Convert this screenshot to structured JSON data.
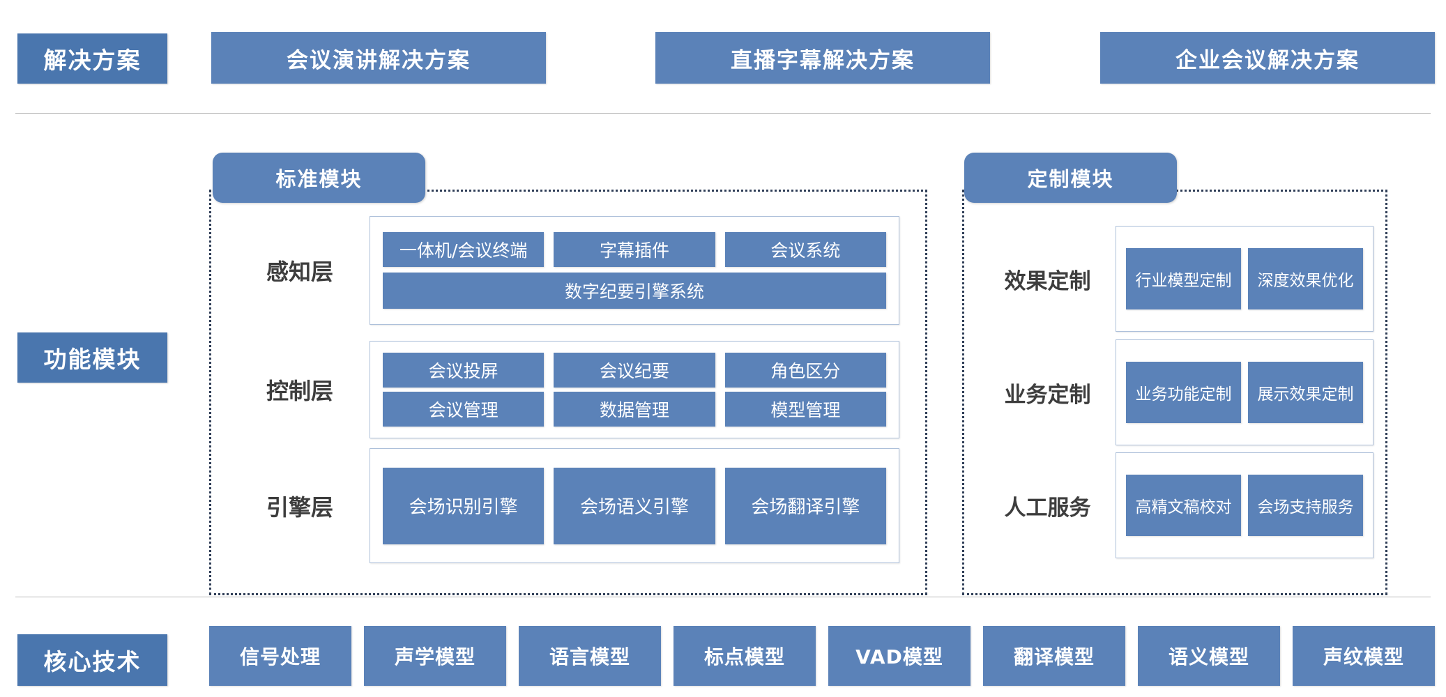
{
  "solutions": {
    "label": "解决方案",
    "buttons": [
      {
        "label": "会议演讲解决方案"
      },
      {
        "label": "直播字幕解决方案"
      },
      {
        "label": "企业会议解决方案"
      }
    ]
  },
  "function_modules": {
    "label": "功能模块",
    "standard": {
      "tag": "标准模块",
      "rows": [
        {
          "label": "感知层",
          "tiles_top": [
            "一体机/会议终端",
            "字幕插件",
            "会议系统"
          ],
          "tile_wide": "数字纪要引擎系统"
        },
        {
          "label": "控制层",
          "tiles_row1": [
            "会议投屏",
            "会议纪要",
            "角色区分"
          ],
          "tiles_row2": [
            "会议管理",
            "数据管理",
            "模型管理"
          ]
        },
        {
          "label": "引擎层",
          "tiles": [
            "会场识别引擎",
            "会场语义引擎",
            "会场翻译引擎"
          ]
        }
      ]
    },
    "custom": {
      "tag": "定制模块",
      "rows": [
        {
          "label": "效果定制",
          "tiles": [
            "行业模型定制",
            "深度效果优化"
          ]
        },
        {
          "label": "业务定制",
          "tiles": [
            "业务功能定制",
            "展示效果定制"
          ]
        },
        {
          "label": "人工服务",
          "tiles": [
            "高精文稿校对",
            "会场支持服务"
          ]
        }
      ]
    }
  },
  "core_tech": {
    "label": "核心技术",
    "items": [
      "信号处理",
      "声学模型",
      "语言模型",
      "标点模型",
      "VAD模型",
      "翻译模型",
      "语义模型",
      "声纹模型"
    ]
  },
  "colors": {
    "side_label_blue": "#4a76ae",
    "tile_blue": "#5b82b8",
    "group_border": "#adc0da",
    "panel_border": "#2f3e57",
    "rule_gray": "#b8b8b8",
    "row_label_text": "#3d3d3d"
  }
}
